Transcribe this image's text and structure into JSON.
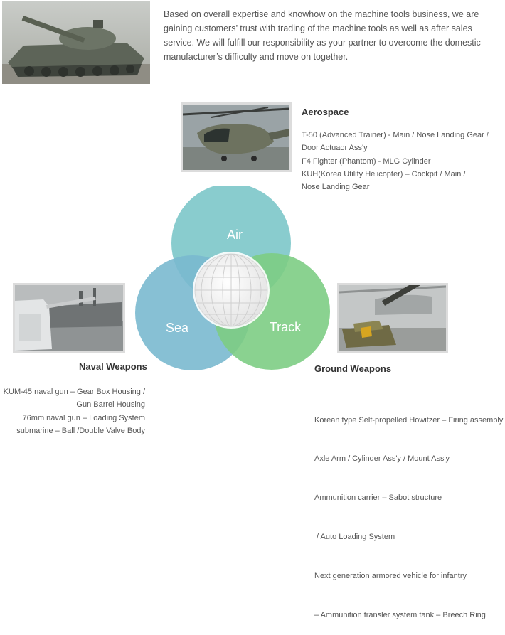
{
  "intro": {
    "image_icon": "tank-photo",
    "text": "Based on overall expertise and knowhow on the machine tools business, we are gaining customers’ trust with trading of the machine tools as well as after sales service. We will fulfill our responsibility as your partner to overcome the domestic manufacturer’s difficulty and move on together."
  },
  "aerospace": {
    "image_icon": "helicopter-photo",
    "title": "Aerospace",
    "lines": [
      "T-50 (Advanced Trainer) - Main / Nose Landing Gear /",
      "Door Actuaor Ass'y",
      "F4 Fighter (Phantom) - MLG Cylinder",
      "KUH(Korea Utility Helicopter) – Cockpit / Main /",
      "Nose Landing Gear"
    ]
  },
  "naval": {
    "image_icon": "naval-gun-photo",
    "title": "Naval Weapons",
    "lines": [
      "KUM-45 naval gun – Gear Box Housing /",
      "Gun Barrel Housing",
      "76mm naval gun – Loading System",
      "submarine – Ball /Double Valve Body"
    ]
  },
  "ground": {
    "image_icon": "howitzer-photo",
    "title": "Ground Weapons",
    "lines": [
      "Korean type Self-propelled Howitzer – Firing assembly",
      "Axle Arm / Cylinder Ass'y / Mount Ass'y",
      "Ammunition carrier – Sabot structure",
      " / Auto Loading System",
      "Next generation armored vehicle for infantry",
      "– Ammunition transler system tank – Breech Ring"
    ]
  },
  "venn": {
    "labels": {
      "air": "Air",
      "sea": "Sea",
      "track": "Track"
    },
    "colors": {
      "air": "#7cc7c9",
      "sea": "#7ab9cf",
      "track": "#7dcd84",
      "overlap": "#3fa8a0"
    },
    "center_icon": "globe-icon"
  }
}
